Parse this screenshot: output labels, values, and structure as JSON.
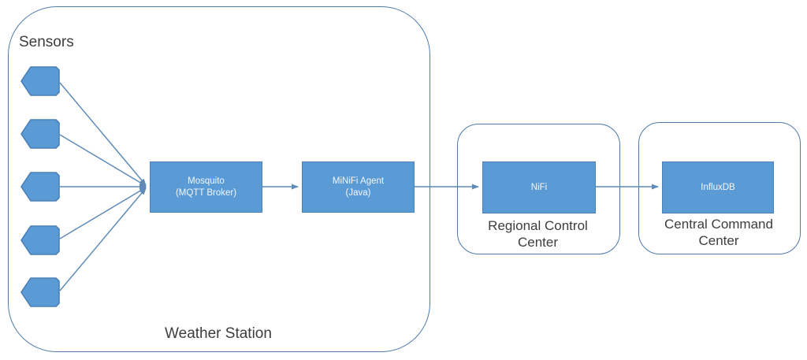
{
  "diagram": {
    "weather_station": {
      "title": "Weather Station",
      "sensors_heading": "Sensors",
      "mosquito_label": "Mosquito\n(MQTT Broker)",
      "minifi_label": "MiNiFi Agent\n(Java)"
    },
    "regional_control_center": {
      "title": "Regional Control\nCenter",
      "nifi_label": "NiFi"
    },
    "central_command_center": {
      "title": "Central Command\nCenter",
      "influxdb_label": "InfluxDB"
    },
    "colors": {
      "node_fill": "#5b9bd5",
      "node_border": "#4a81b8",
      "container_border": "#4f7ba9",
      "connector": "#5f8bb8",
      "heading_text": "#3d3d3d",
      "node_text": "#f2f7fb"
    }
  }
}
